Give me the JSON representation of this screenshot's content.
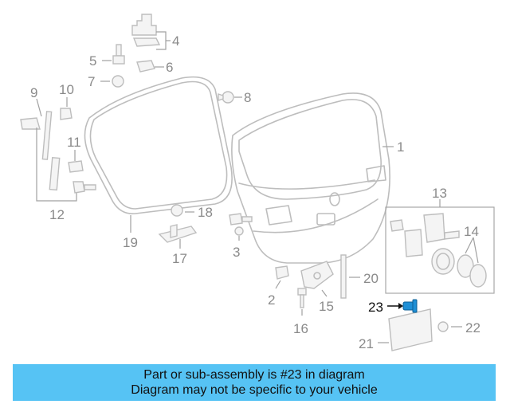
{
  "diagram": {
    "callouts": [
      "1",
      "2",
      "3",
      "4",
      "5",
      "6",
      "7",
      "8",
      "9",
      "10",
      "11",
      "12",
      "13",
      "14",
      "15",
      "16",
      "17",
      "18",
      "19",
      "20",
      "21",
      "22",
      "23"
    ],
    "highlighted_part": "23",
    "highlight_color": "#1f8fd6",
    "banner_color": "#56c3f4"
  },
  "banner": {
    "line1": "Part or sub-assembly is #23 in diagram",
    "line2": "Diagram may not be specific to your vehicle"
  }
}
